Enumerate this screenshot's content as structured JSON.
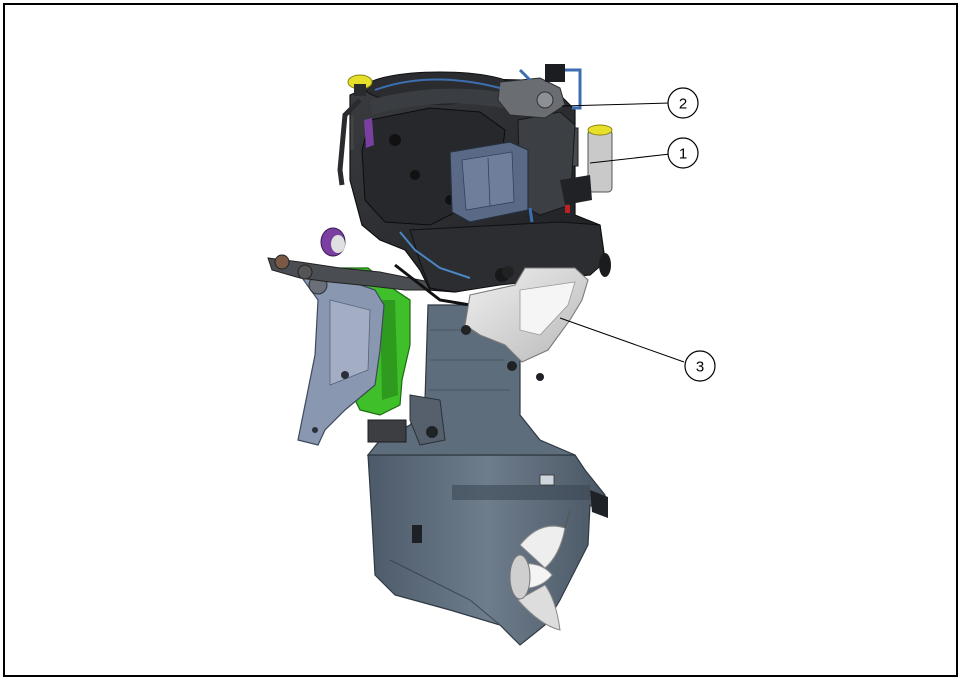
{
  "diagram": {
    "subject": "outboard-motor",
    "callouts": [
      {
        "id": "callout-1",
        "label": "1"
      },
      {
        "id": "callout-2",
        "label": "2"
      },
      {
        "id": "callout-3",
        "label": "3"
      }
    ],
    "colors": {
      "frame": "#000000",
      "engine_dark": "#2b2d30",
      "housing_gray": "#5c6b7a",
      "bracket_blue": "#8a97b0",
      "green_part": "#3fbf2a",
      "air_box": "#d9d9d9",
      "propeller": "#e8e8e8",
      "accent_yellow": "#e6e02a",
      "accent_purple": "#7a3fa0"
    }
  }
}
